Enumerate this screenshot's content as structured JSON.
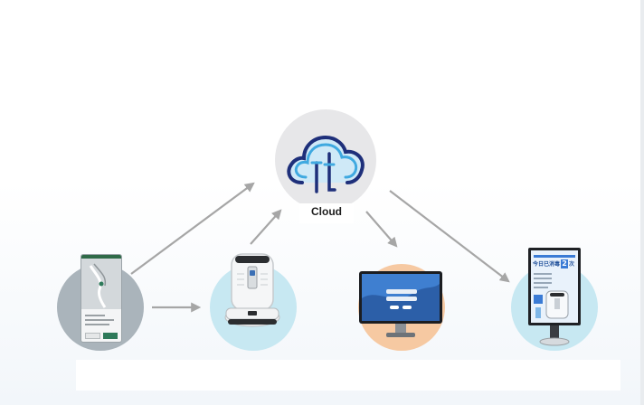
{
  "diagram": {
    "nodes": [
      {
        "id": "cloud",
        "label": "Cloud",
        "icon": "cloud-icon"
      },
      {
        "id": "phone",
        "label": "",
        "icon": "mobile-app-icon"
      },
      {
        "id": "robot",
        "label": "",
        "icon": "disinfection-robot-icon"
      },
      {
        "id": "monitor",
        "label": "",
        "icon": "desktop-monitor-icon"
      },
      {
        "id": "kiosk",
        "label": "",
        "icon": "display-kiosk-icon"
      }
    ],
    "edges": [
      {
        "from": "phone",
        "to": "cloud"
      },
      {
        "from": "phone",
        "to": "robot"
      },
      {
        "from": "robot",
        "to": "cloud"
      },
      {
        "from": "cloud",
        "to": "monitor"
      },
      {
        "from": "cloud",
        "to": "kiosk"
      }
    ],
    "kiosk_screen": {
      "headline": "今日已消毒",
      "count": "2",
      "unit": "次"
    }
  },
  "colors": {
    "arrow": "#a6a6a6",
    "cloud_outline": "#1e2f7a",
    "cloud_accent": "#3fa9e0",
    "cloud_circle": "#e7e7e9",
    "phone_circle": "#aab4bb",
    "robot_circle": "#c7e8f2",
    "monitor_circle": "#f6c9a2",
    "kiosk_circle": "#c7e8f2"
  }
}
